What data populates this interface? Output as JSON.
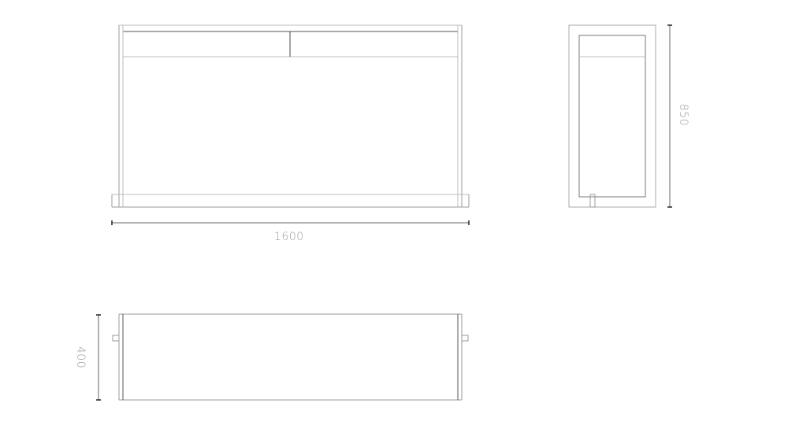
{
  "drawing": {
    "type": "orthographic furniture drawing (console table)",
    "line_colors": {
      "primary": "#555555",
      "secondary": "#b5b5b5",
      "tick": "#222222"
    },
    "views": [
      {
        "name": "front-view",
        "description": "front elevation with two drawers"
      },
      {
        "name": "side-view",
        "description": "side elevation"
      },
      {
        "name": "top-view",
        "description": "plan view"
      }
    ]
  },
  "dimensions": {
    "width": "1600",
    "height": "850",
    "depth": "400"
  }
}
